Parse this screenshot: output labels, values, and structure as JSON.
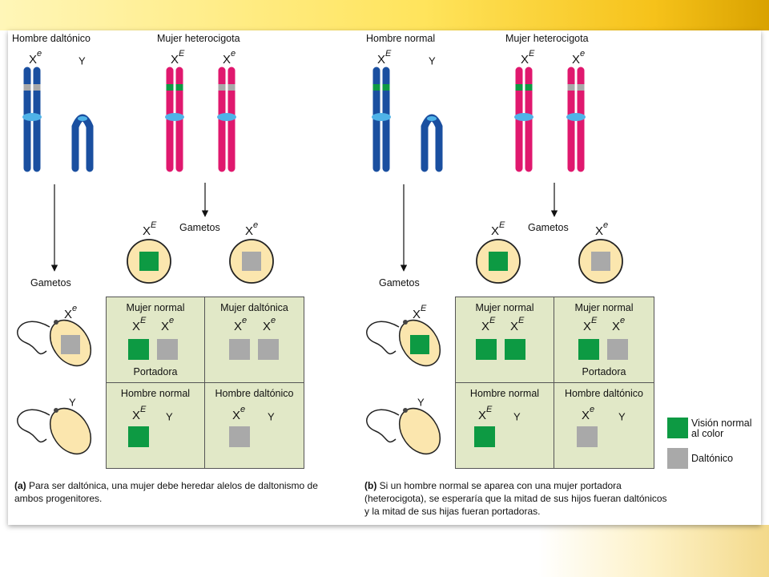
{
  "panel_a": {
    "male_label": "Hombre daltónico",
    "female_label": "Mujer heterocigota",
    "male_chroms": [
      {
        "base": "X",
        "sup": "e"
      },
      {
        "base": "Y",
        "sup": ""
      }
    ],
    "female_chroms": [
      {
        "base": "X",
        "sup": "E"
      },
      {
        "base": "X",
        "sup": "e"
      }
    ],
    "gametes_label_female": "Gametos",
    "gametes_label_male": "Gametos",
    "egg1": {
      "base": "X",
      "sup": "E"
    },
    "egg2": {
      "base": "X",
      "sup": "e"
    },
    "sperm1": {
      "base": "X",
      "sup": "e"
    },
    "sperm2": {
      "base": "Y",
      "sup": ""
    },
    "cells": [
      {
        "title": "Mujer normal",
        "a1": {
          "base": "X",
          "sup": "E"
        },
        "a2": {
          "base": "X",
          "sup": "e"
        },
        "note": "Portadora"
      },
      {
        "title": "Mujer daltónica",
        "a1": {
          "base": "X",
          "sup": "e"
        },
        "a2": {
          "base": "X",
          "sup": "e"
        },
        "note": ""
      },
      {
        "title": "Hombre normal",
        "a1": {
          "base": "X",
          "sup": "E"
        },
        "a2": {
          "base": "Y",
          "sup": ""
        },
        "note": ""
      },
      {
        "title": "Hombre daltónico",
        "a1": {
          "base": "X",
          "sup": "e"
        },
        "a2": {
          "base": "Y",
          "sup": ""
        },
        "note": ""
      }
    ],
    "caption_bold": "(a)",
    "caption_text": " Para ser daltónica, una mujer debe heredar alelos de daltonismo de ambos progenitores."
  },
  "panel_b": {
    "male_label": "Hombre normal",
    "female_label": "Mujer heterocigota",
    "male_chroms": [
      {
        "base": "X",
        "sup": "E"
      },
      {
        "base": "Y",
        "sup": ""
      }
    ],
    "female_chroms": [
      {
        "base": "X",
        "sup": "E"
      },
      {
        "base": "X",
        "sup": "e"
      }
    ],
    "gametes_label_female": "Gametos",
    "gametes_label_male": "Gametos",
    "egg1": {
      "base": "X",
      "sup": "E"
    },
    "egg2": {
      "base": "X",
      "sup": "e"
    },
    "sperm1": {
      "base": "X",
      "sup": "E"
    },
    "sperm2": {
      "base": "Y",
      "sup": ""
    },
    "cells": [
      {
        "title": "Mujer normal",
        "a1": {
          "base": "X",
          "sup": "E"
        },
        "a2": {
          "base": "X",
          "sup": "E"
        },
        "note": ""
      },
      {
        "title": "Mujer normal",
        "a1": {
          "base": "X",
          "sup": "E"
        },
        "a2": {
          "base": "X",
          "sup": "e"
        },
        "note": "Portadora"
      },
      {
        "title": "Hombre normal",
        "a1": {
          "base": "X",
          "sup": "E"
        },
        "a2": {
          "base": "Y",
          "sup": ""
        },
        "note": ""
      },
      {
        "title": "Hombre daltónico",
        "a1": {
          "base": "X",
          "sup": "e"
        },
        "a2": {
          "base": "Y",
          "sup": ""
        },
        "note": ""
      }
    ],
    "caption_bold": "(b)",
    "caption_text": " Si un hombre normal se aparea con una mujer portadora (heterocigota), se esperaría que la mitad de sus hijos fueran daltónicos y la mitad de sus hijas fueran portadoras."
  },
  "legend": {
    "normal": "Visión normal al color",
    "colorblind": "Daltónico"
  },
  "colors": {
    "male_chrom": "#1a4fa0",
    "female_chrom": "#e0186e",
    "centromere": "#4fb3e8",
    "normal_allele": "#0d9a43",
    "colorblind_allele": "#a9a9a9",
    "cell_bg": "#e1e8c7",
    "gamete_fill": "#fbe6ae"
  }
}
